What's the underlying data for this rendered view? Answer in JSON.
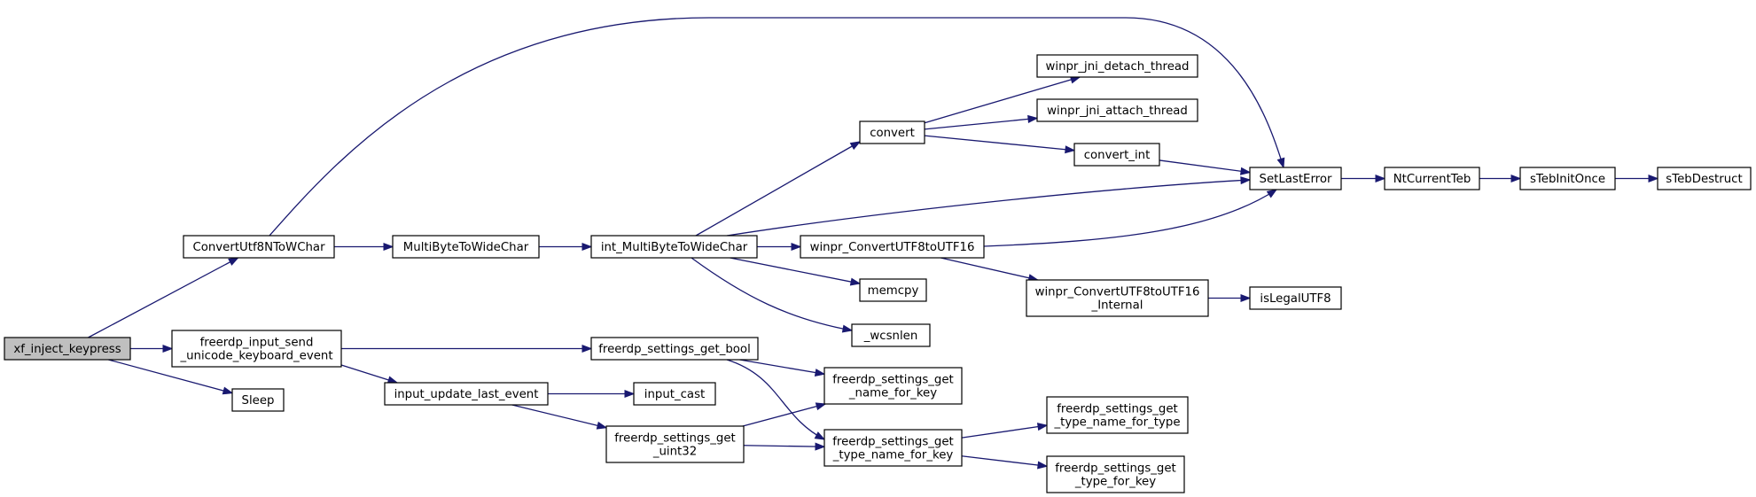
{
  "colors": {
    "edge": "#191970",
    "node_fill": "#ffffff",
    "root_fill": "#bfbfbf",
    "border": "#000000"
  },
  "nodes": {
    "xf_inject_keypress": {
      "lines": [
        "xf_inject_keypress"
      ]
    },
    "ConvertUtf8NToWChar": {
      "lines": [
        "ConvertUtf8NToWChar"
      ]
    },
    "freerdp_input_send_unicode_keyboard_event": {
      "lines": [
        "freerdp_input_send",
        "_unicode_keyboard_event"
      ]
    },
    "Sleep": {
      "lines": [
        "Sleep"
      ]
    },
    "MultiByteToWideChar": {
      "lines": [
        "MultiByteToWideChar"
      ]
    },
    "int_MultiByteToWideChar": {
      "lines": [
        "int_MultiByteToWideChar"
      ]
    },
    "freerdp_settings_get_bool": {
      "lines": [
        "freerdp_settings_get_bool"
      ]
    },
    "input_update_last_event": {
      "lines": [
        "input_update_last_event"
      ]
    },
    "input_cast": {
      "lines": [
        "input_cast"
      ]
    },
    "freerdp_settings_get_uint32": {
      "lines": [
        "freerdp_settings_get",
        "_uint32"
      ]
    },
    "convert": {
      "lines": [
        "convert"
      ]
    },
    "winpr_ConvertUTF8toUTF16": {
      "lines": [
        "winpr_ConvertUTF8toUTF16"
      ]
    },
    "memcpy": {
      "lines": [
        "memcpy"
      ]
    },
    "_wcsnlen": {
      "lines": [
        "_wcsnlen"
      ]
    },
    "winpr_jni_detach_thread": {
      "lines": [
        "winpr_jni_detach_thread"
      ]
    },
    "winpr_jni_attach_thread": {
      "lines": [
        "winpr_jni_attach_thread"
      ]
    },
    "convert_int": {
      "lines": [
        "convert_int"
      ]
    },
    "winpr_ConvertUTF8toUTF16_Internal": {
      "lines": [
        "winpr_ConvertUTF8toUTF16",
        "_Internal"
      ]
    },
    "freerdp_settings_get_name_for_key": {
      "lines": [
        "freerdp_settings_get",
        "_name_for_key"
      ]
    },
    "freerdp_settings_get_type_name_for_key": {
      "lines": [
        "freerdp_settings_get",
        "_type_name_for_key"
      ]
    },
    "SetLastError": {
      "lines": [
        "SetLastError"
      ]
    },
    "NtCurrentTeb": {
      "lines": [
        "NtCurrentTeb"
      ]
    },
    "isLegalUTF8": {
      "lines": [
        "isLegalUTF8"
      ]
    },
    "freerdp_settings_get_type_name_for_type": {
      "lines": [
        "freerdp_settings_get",
        "_type_name_for_type"
      ]
    },
    "freerdp_settings_get_type_for_key": {
      "lines": [
        "freerdp_settings_get",
        "_type_for_key"
      ]
    },
    "sTebInitOnce": {
      "lines": [
        "sTebInitOnce"
      ]
    },
    "sTebDestruct": {
      "lines": [
        "sTebDestruct"
      ]
    }
  },
  "edges": [
    [
      "xf_inject_keypress",
      "ConvertUtf8NToWChar"
    ],
    [
      "xf_inject_keypress",
      "freerdp_input_send_unicode_keyboard_event"
    ],
    [
      "xf_inject_keypress",
      "Sleep"
    ],
    [
      "ConvertUtf8NToWChar",
      "MultiByteToWideChar"
    ],
    [
      "ConvertUtf8NToWChar",
      "SetLastError"
    ],
    [
      "MultiByteToWideChar",
      "int_MultiByteToWideChar"
    ],
    [
      "int_MultiByteToWideChar",
      "convert"
    ],
    [
      "int_MultiByteToWideChar",
      "SetLastError"
    ],
    [
      "int_MultiByteToWideChar",
      "winpr_ConvertUTF8toUTF16"
    ],
    [
      "int_MultiByteToWideChar",
      "memcpy"
    ],
    [
      "int_MultiByteToWideChar",
      "_wcsnlen"
    ],
    [
      "convert",
      "winpr_jni_detach_thread"
    ],
    [
      "convert",
      "winpr_jni_attach_thread"
    ],
    [
      "convert",
      "convert_int"
    ],
    [
      "convert_int",
      "SetLastError"
    ],
    [
      "winpr_ConvertUTF8toUTF16",
      "SetLastError"
    ],
    [
      "winpr_ConvertUTF8toUTF16",
      "winpr_ConvertUTF8toUTF16_Internal"
    ],
    [
      "winpr_ConvertUTF8toUTF16_Internal",
      "isLegalUTF8"
    ],
    [
      "SetLastError",
      "NtCurrentTeb"
    ],
    [
      "NtCurrentTeb",
      "sTebInitOnce"
    ],
    [
      "sTebInitOnce",
      "sTebDestruct"
    ],
    [
      "freerdp_input_send_unicode_keyboard_event",
      "freerdp_settings_get_bool"
    ],
    [
      "freerdp_input_send_unicode_keyboard_event",
      "input_update_last_event"
    ],
    [
      "freerdp_settings_get_bool",
      "freerdp_settings_get_name_for_key"
    ],
    [
      "freerdp_settings_get_bool",
      "freerdp_settings_get_type_name_for_key"
    ],
    [
      "input_update_last_event",
      "input_cast"
    ],
    [
      "input_update_last_event",
      "freerdp_settings_get_uint32"
    ],
    [
      "freerdp_settings_get_uint32",
      "freerdp_settings_get_name_for_key"
    ],
    [
      "freerdp_settings_get_uint32",
      "freerdp_settings_get_type_name_for_key"
    ],
    [
      "freerdp_settings_get_type_name_for_key",
      "freerdp_settings_get_type_name_for_type"
    ],
    [
      "freerdp_settings_get_type_name_for_key",
      "freerdp_settings_get_type_for_key"
    ]
  ]
}
